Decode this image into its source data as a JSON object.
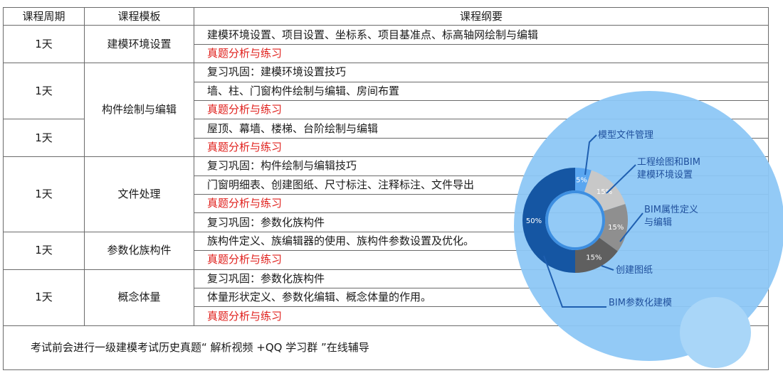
{
  "table": {
    "headers": [
      "课程周期",
      "课程模板",
      "课程纲要"
    ],
    "rows": [
      {
        "period": "1天",
        "module": "建模环境设置",
        "items": [
          {
            "text": "建模环境设置、项目设置、坐标系、项目基准点、标高轴网绘制与编辑",
            "red": false
          },
          {
            "text": "真题分析与练习",
            "red": true
          }
        ]
      },
      {
        "period": "1天",
        "module": "构件绘制与编辑",
        "items": [
          {
            "text": "复习巩固：建模环境设置技巧",
            "red": false
          },
          {
            "text": "墙、柱、门窗构件绘制与编辑、房间布置",
            "red": false
          },
          {
            "text": "真题分析与练习",
            "red": true
          }
        ]
      },
      {
        "period": "1天",
        "module": "",
        "items": [
          {
            "text": "屋顶、幕墙、楼梯、台阶绘制与编辑",
            "red": false
          },
          {
            "text": "真题分析与练习",
            "red": true
          }
        ]
      },
      {
        "period": "1天",
        "module": "文件处理",
        "items": [
          {
            "text": "复习巩固：构件绘制与编辑技巧",
            "red": false
          },
          {
            "text": "门窗明细表、创建图纸、尺寸标注、注释标注、文件导出",
            "red": false
          },
          {
            "text": "真题分析与练习",
            "red": true
          },
          {
            "text": "复习巩固：参数化族构件",
            "red": false
          }
        ]
      },
      {
        "period": "1天",
        "module": "参数化族构件",
        "items": [
          {
            "text": "族构件定义、族编辑器的使用、族构件参数设置及优化。",
            "red": false
          },
          {
            "text": "真题分析与练习",
            "red": true
          }
        ]
      },
      {
        "period": "1天",
        "module": "概念体量",
        "items": [
          {
            "text": "复习巩固：参数化族构件",
            "red": false
          },
          {
            "text": "体量形状定义、参数化编辑、概念体量的作用。",
            "red": false
          },
          {
            "text": "真题分析与练习",
            "red": true
          }
        ]
      }
    ],
    "footer": "考试前会进行一级建模考试历史真题“ 解析视频 +QQ 学习群 ”在线辅导"
  },
  "donut": {
    "colors": {
      "bubble": "#8cc7f5",
      "bubble_small": "#a9d6f8",
      "leader": "#1f5fb0",
      "label": "#1f4f9c",
      "ring": "#3d8ee0"
    },
    "segments": [
      {
        "label": "模型文件管理",
        "pct_label": "5%",
        "value": 5,
        "color": "#5aa6f0"
      },
      {
        "label": "工程绘图和BIM建模环境设置",
        "pct_label": "15%",
        "value": 15,
        "color": "#c8c8c8"
      },
      {
        "label": "BIM属性定义与编辑",
        "pct_label": "15%",
        "value": 15,
        "color": "#8f8f8f"
      },
      {
        "label": "创建图纸",
        "pct_label": "15%",
        "value": 15,
        "color": "#5f5f5f"
      },
      {
        "label": "BIM参数化建模",
        "pct_label": "50%",
        "value": 50,
        "color": "#1556a3"
      }
    ],
    "callouts": {
      "model_file": "模型文件管理",
      "drawing_line1": "工程绘图和BIM",
      "drawing_line2": "建模环境设置",
      "attr_line1": "BIM属性定义",
      "attr_line2": "与编辑",
      "sheets": "创建图纸",
      "param": "BIM参数化建模"
    }
  }
}
